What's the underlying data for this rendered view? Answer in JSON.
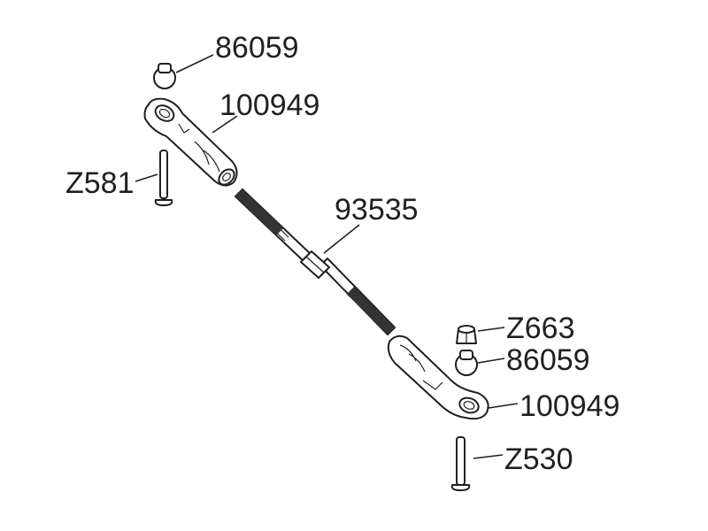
{
  "diagram": {
    "labels": {
      "ball_top": "86059",
      "rod_end_top": "100949",
      "pin_top": "Z581",
      "turnbuckle": "93535",
      "nut": "Z663",
      "ball_bottom": "86059",
      "rod_end_bottom": "100949",
      "pin_bottom": "Z530"
    }
  }
}
